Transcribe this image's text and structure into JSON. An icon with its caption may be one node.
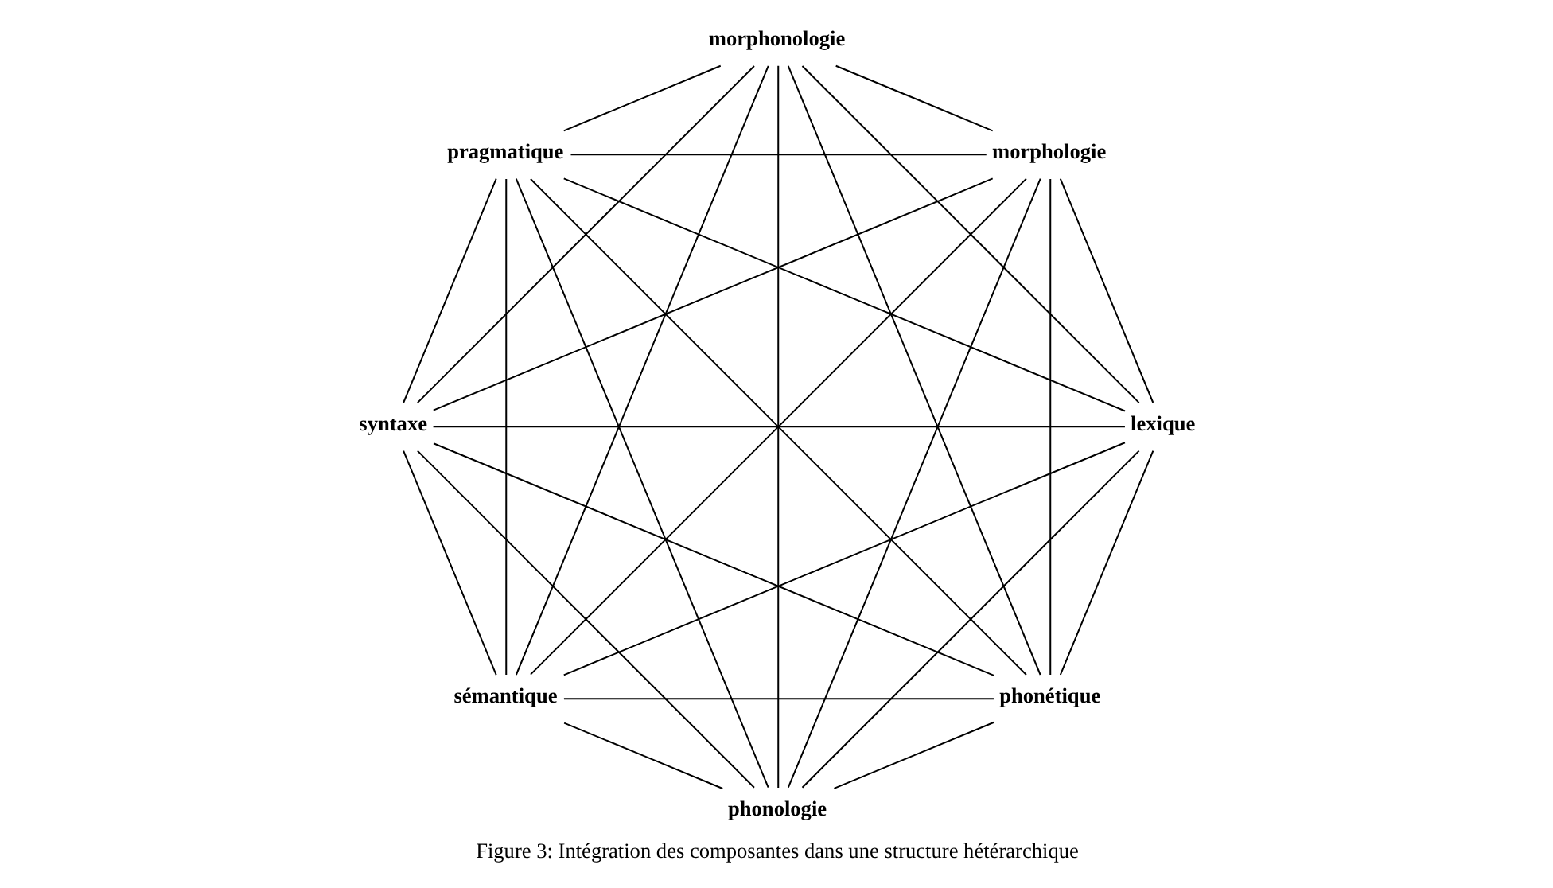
{
  "diagram": {
    "caption": "Figure 3: Intégration des composantes dans une structure hétérarchique",
    "nodes": [
      {
        "text": [
          "phonétique"
        ]
      },
      {
        "text": [
          "phonologie"
        ]
      },
      {
        "text": [
          "lexique"
        ]
      },
      {
        "text": [
          "morphologie"
        ]
      },
      {
        "text": [
          "sémantique"
        ]
      },
      {
        "text": [
          "morphonologie"
        ]
      },
      {
        "text": [
          "syntaxe"
        ]
      },
      {
        "text": [
          "pragmatique"
        ]
      }
    ],
    "edges": [
      {
        "from": 0,
        "to": 1,
        "arrow": "none"
      },
      {
        "from": 0,
        "to": 2,
        "arrow": "none"
      },
      {
        "from": 0,
        "to": 3,
        "arrow": "none"
      },
      {
        "from": 0,
        "to": 4,
        "arrow": "none"
      },
      {
        "from": 0,
        "to": 5,
        "arrow": "none"
      },
      {
        "from": 0,
        "to": 6,
        "arrow": "none"
      },
      {
        "from": 0,
        "to": 7,
        "arrow": "none"
      },
      {
        "from": 1,
        "to": 2,
        "arrow": "none"
      },
      {
        "from": 1,
        "to": 3,
        "arrow": "none"
      },
      {
        "from": 1,
        "to": 4,
        "arrow": "none"
      },
      {
        "from": 1,
        "to": 5,
        "arrow": "none"
      },
      {
        "from": 1,
        "to": 6,
        "arrow": "none"
      },
      {
        "from": 1,
        "to": 7,
        "arrow": "none"
      },
      {
        "from": 2,
        "to": 3,
        "arrow": "none"
      },
      {
        "from": 2,
        "to": 4,
        "arrow": "none"
      },
      {
        "from": 2,
        "to": 5,
        "arrow": "none"
      },
      {
        "from": 2,
        "to": 6,
        "arrow": "none"
      },
      {
        "from": 2,
        "to": 7,
        "arrow": "none"
      },
      {
        "from": 3,
        "to": 4,
        "arrow": "none"
      },
      {
        "from": 3,
        "to": 5,
        "arrow": "none"
      },
      {
        "from": 3,
        "to": 6,
        "arrow": "none"
      },
      {
        "from": 3,
        "to": 7,
        "arrow": "none"
      },
      {
        "from": 4,
        "to": 5,
        "arrow": "none"
      },
      {
        "from": 4,
        "to": 6,
        "arrow": "none"
      },
      {
        "from": 4,
        "to": 7,
        "arrow": "none"
      },
      {
        "from": 5,
        "to": 6,
        "arrow": "none"
      },
      {
        "from": 5,
        "to": 7,
        "arrow": "none"
      },
      {
        "from": 6,
        "to": 7,
        "arrow": "none"
      }
    ]
  }
}
